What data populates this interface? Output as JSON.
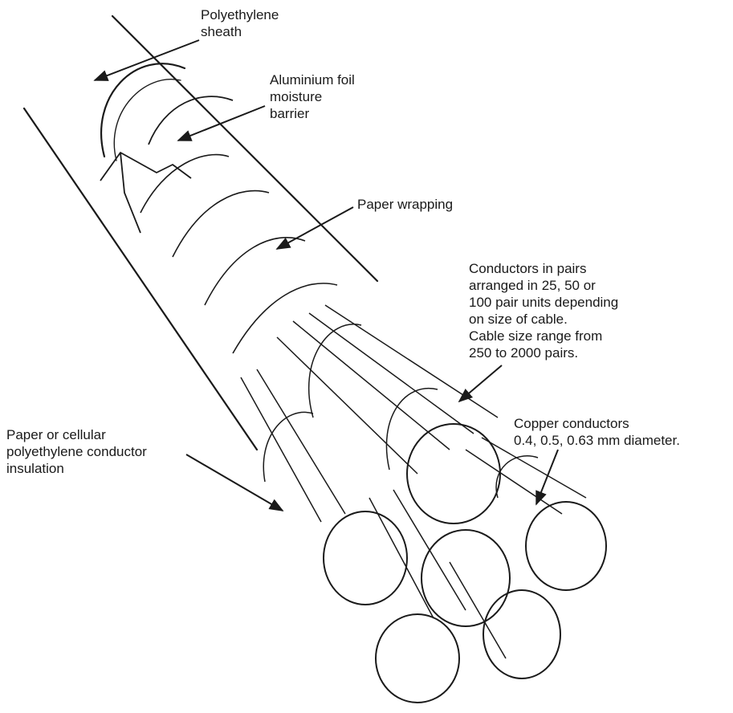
{
  "diagram": {
    "labels": {
      "sheath": [
        "Polyethylene",
        "sheath"
      ],
      "foil": [
        "Aluminium foil",
        "moisture",
        "barrier"
      ],
      "paper": [
        "Paper wrapping"
      ],
      "pairs": [
        "Conductors in pairs",
        "arranged in 25, 50 or",
        "100 pair units depending",
        "on size of cable.",
        "Cable size range from",
        "250 to 2000 pairs."
      ],
      "copper": [
        "Copper conductors",
        "0.4, 0.5, 0.63 mm diameter."
      ],
      "insulation": [
        "Paper or cellular",
        "polyethylene conductor",
        "insulation"
      ]
    },
    "colors": {
      "ink": "#1a1a1a",
      "paper": "#ffffff"
    }
  }
}
